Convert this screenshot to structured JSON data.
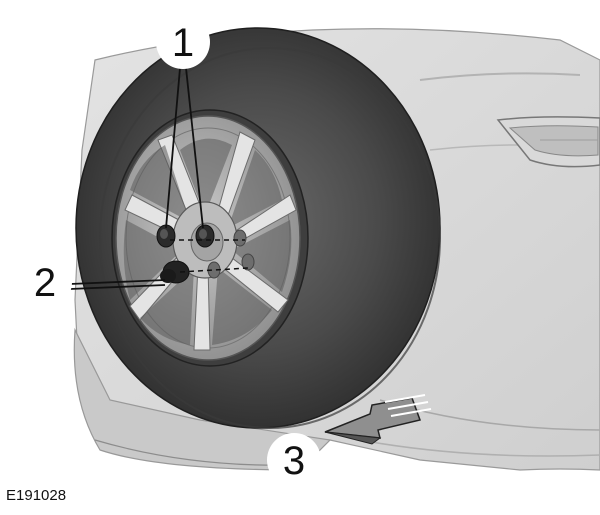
{
  "figure": {
    "id": "E191028",
    "callouts": [
      {
        "number": "1"
      },
      {
        "number": "2"
      },
      {
        "number": "3"
      }
    ]
  }
}
